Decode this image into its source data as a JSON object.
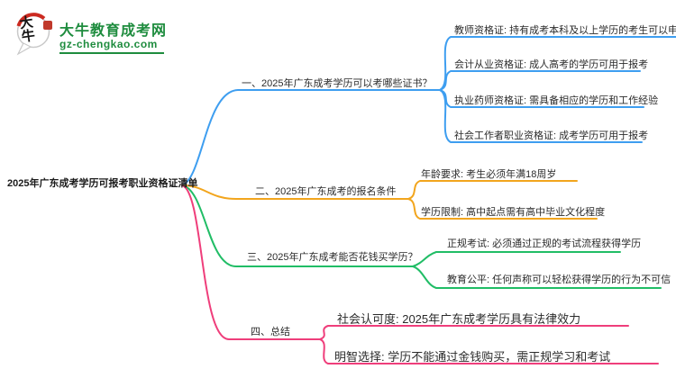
{
  "logo": {
    "icon_text": "大牛",
    "site_name": "大牛教育成考网",
    "site_url": "gz-chengkao.com",
    "brand_color": "#1e8c3e",
    "seal_color": "#c0392b"
  },
  "central_topic": "2025年广东成考学历可报考职业资格证清单",
  "branches": [
    {
      "label": "一、2025年广东成考学历可以考哪些证书？",
      "color": "#3E9EF0",
      "children": [
        "教师资格证: 持有成考本科及以上学历的考生可以申请",
        "会计从业资格证: 成人高考的学历可用于报考",
        "执业药师资格证: 需具备相应的学历和工作经验",
        "社会工作者职业资格证: 成考学历可用于报考"
      ]
    },
    {
      "label": "二、2025年广东成考的报名条件",
      "color": "#F2A51D",
      "children": [
        "年龄要求: 考生必须年满18周岁",
        "学历限制: 高中起点需有高中毕业文化程度"
      ]
    },
    {
      "label": "三、2025年广东成考能否花钱买学历？",
      "color": "#21BD66",
      "children": [
        "正规考试: 必须通过正规的考试流程获得学历",
        "教育公平: 任何声称可以轻松获得学历的行为不可信"
      ]
    },
    {
      "label": "四、总结",
      "color": "#EF3E7B",
      "children": [
        "社会认可度: 2025年广东成考学历具有法律效力",
        "明智选择: 学历不能通过金钱购买，需正规学习和考试"
      ]
    }
  ],
  "colors": {
    "text_dark": "#2b2b2b",
    "background": "#ffffff"
  }
}
